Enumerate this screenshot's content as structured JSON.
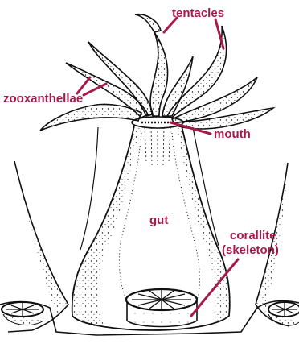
{
  "colors": {
    "label": "#a8194a",
    "ink": "#111111",
    "background": "#ffffff"
  },
  "labels": {
    "tentacles": "tentacles",
    "zooxanthellae": "zooxanthellae",
    "mouth": "mouth",
    "gut": "gut",
    "corallite_line1": "corallite",
    "corallite_line2": "(skeleton)"
  }
}
